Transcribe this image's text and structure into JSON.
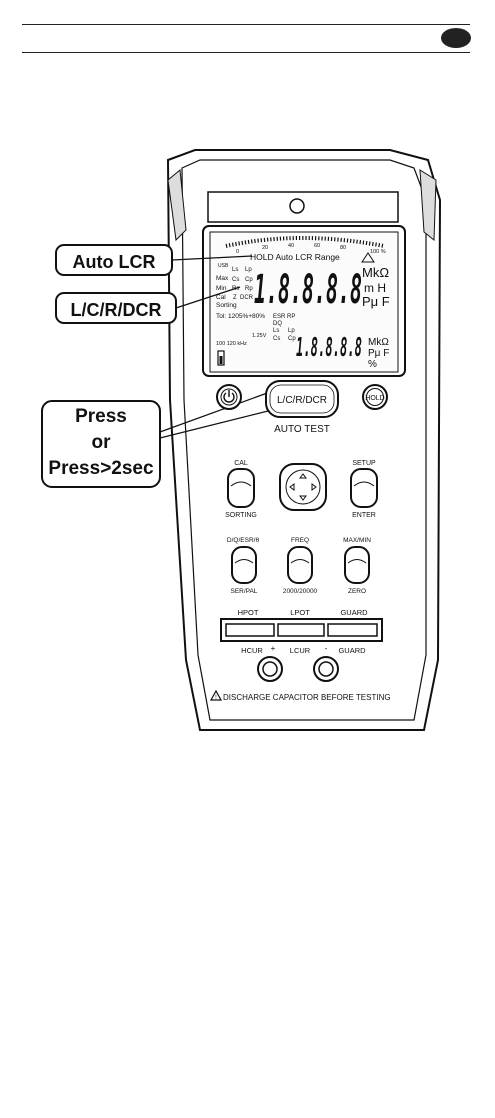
{
  "callouts": {
    "auto_lcr": "Auto LCR",
    "lcr_dcr": "L/C/R/DCR",
    "press_line1": "Press",
    "press_line2": "or",
    "press_line3": "Press>2sec"
  },
  "lcd": {
    "scale_ticks": [
      "0",
      "20",
      "40",
      "60",
      "80",
      "100 %"
    ],
    "top_line": "HOLD Auto LCR Range",
    "left_labels": [
      "USB",
      "Ls",
      "Lp",
      "Max",
      "Cs",
      "Cp",
      "Min",
      "Rs",
      "Rp",
      "Cal",
      "Z",
      "DCR",
      "Sorting",
      "Tol:",
      "1205%+80%",
      "1.25V",
      "100 120 kHz",
      "ESR RP",
      "DQ",
      "Ls",
      "Lp",
      "Cs",
      "Cp"
    ],
    "main_digits": "1.8.8.8.8",
    "sub_digits": "1.8.8.8.8",
    "main_units": [
      "MkΩ",
      "m H",
      "Pμ F"
    ],
    "sub_units": [
      "MkΩ",
      "Pμ F",
      "%"
    ]
  },
  "buttons": {
    "main_key": "L/C/R/DCR",
    "main_sub": "AUTO TEST",
    "hold": "HOLD",
    "cal": "CAL",
    "sorting": "SORTING",
    "setup": "SETUP",
    "enter": "ENTER",
    "dq": "D/Q/ESR/θ",
    "ser_pal": "SER/PAL",
    "freq": "FREQ",
    "freq_sub": "2000/20000",
    "maxmin": "MAX/MIN",
    "zero": "ZERO"
  },
  "terminals": {
    "hpot": "HPOT",
    "lpot": "LPOT",
    "guard_top": "GUARD",
    "hcur": "HCUR",
    "plus": "+",
    "lcur": "LCUR",
    "minus": "-",
    "guard_bottom": "GUARD"
  },
  "warning": "DISCHARGE CAPACITOR BEFORE TESTING"
}
